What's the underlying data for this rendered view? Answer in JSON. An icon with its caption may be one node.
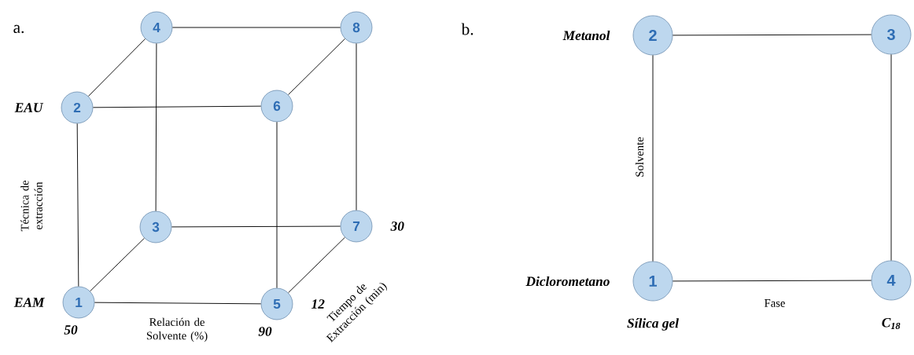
{
  "diagram": {
    "nodes": [
      {
        "text": [
          "1"
        ],
        "beside": [
          "EAM",
          "50"
        ]
      },
      {
        "text": [
          "2"
        ],
        "beside": [
          "EAU"
        ]
      },
      {
        "text": [
          "3"
        ]
      },
      {
        "text": [
          "4"
        ]
      },
      {
        "text": [
          "5"
        ],
        "beside": [
          "90",
          "12"
        ]
      },
      {
        "text": [
          "6"
        ]
      },
      {
        "text": [
          "7"
        ],
        "beside": [
          "30"
        ]
      },
      {
        "text": [
          "8"
        ]
      },
      {
        "text": [
          "1"
        ],
        "beside": [
          "Diclorometano",
          "Sílica gel"
        ]
      },
      {
        "text": [
          "2"
        ],
        "beside": [
          "Metanol"
        ]
      },
      {
        "text": [
          "3"
        ]
      },
      {
        "text": [
          "4"
        ],
        "beside": [
          "C$_{18}$"
        ]
      }
    ],
    "edges": [
      {
        "from": 0,
        "to": 1,
        "arrow": "none",
        "label": "Técnica de extracción"
      },
      {
        "from": 0,
        "to": 4,
        "arrow": "none",
        "label": "Relación de Solvente (%)"
      },
      {
        "from": 0,
        "to": 2,
        "arrow": "none"
      },
      {
        "from": 1,
        "to": 3,
        "arrow": "none"
      },
      {
        "from": 1,
        "to": 5,
        "arrow": "none"
      },
      {
        "from": 2,
        "to": 3,
        "arrow": "none"
      },
      {
        "from": 2,
        "to": 6,
        "arrow": "none"
      },
      {
        "from": 3,
        "to": 7,
        "arrow": "none"
      },
      {
        "from": 4,
        "to": 5,
        "arrow": "none"
      },
      {
        "from": 4,
        "to": 6,
        "arrow": "none",
        "label": "Tiempo de Extracción (min)"
      },
      {
        "from": 5,
        "to": 7,
        "arrow": "none"
      },
      {
        "from": 6,
        "to": 7,
        "arrow": "none"
      },
      {
        "from": 8,
        "to": 9,
        "arrow": "none",
        "label": "Solvente"
      },
      {
        "from": 8,
        "to": 11,
        "arrow": "none",
        "label": "Fase"
      },
      {
        "from": 9,
        "to": 10,
        "arrow": "none"
      },
      {
        "from": 10,
        "to": 11,
        "arrow": "none"
      }
    ],
    "labels": [
      "a.",
      "b."
    ]
  }
}
